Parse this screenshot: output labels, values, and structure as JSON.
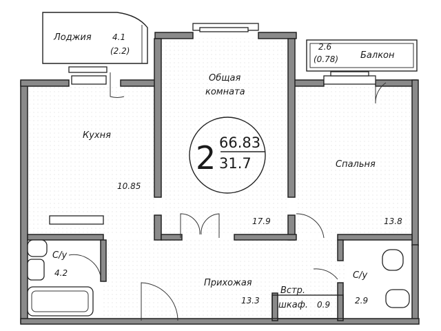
{
  "rooms": {
    "loggia": {
      "name": "Лоджия",
      "area": "4.1",
      "area_alt": "(2.2)"
    },
    "balcony": {
      "name": "Балкон",
      "area": "2.6",
      "area_alt": "(0.78)"
    },
    "living": {
      "name_line1": "Общая",
      "name_line2": "комната",
      "area": "17.9"
    },
    "kitchen": {
      "name": "Кухня",
      "area": "10.85"
    },
    "bedroom": {
      "name": "Спальня",
      "area": "13.8"
    },
    "bath_left": {
      "name": "С/у",
      "area": "4.2"
    },
    "bath_right": {
      "name": "С/у",
      "area": "2.9"
    },
    "hall": {
      "name": "Прихожая",
      "area": "13.3"
    },
    "closet": {
      "name_line1": "Встр.",
      "name_line2": "шкаф.",
      "area": "0.9"
    }
  },
  "summary": {
    "room_count": "2",
    "total_area": "66.83",
    "living_area": "31.7"
  }
}
